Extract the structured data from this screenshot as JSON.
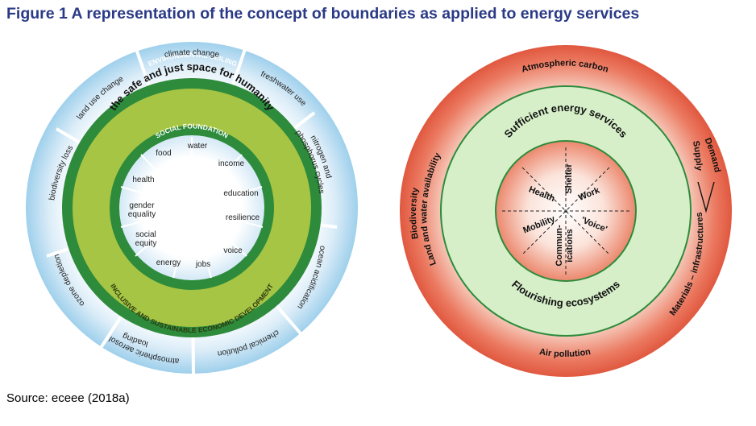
{
  "title": "Figure 1  A representation of the concept of boundaries as applied to energy services",
  "source": "Source: eceee (2018a)",
  "left_diagram": {
    "ring_labels": {
      "environmental_ceiling": "ENVIRONMENTAL CEILING",
      "safe_space": "the safe and just space for humanity",
      "social_foundation": "SOCIAL FOUNDATION",
      "inclusive": "INCLUSIVE AND SUSTAINABLE ECONOMIC DEVELOPMENT"
    },
    "outer_boundaries": {
      "climate_change": "climate change",
      "freshwater_use": "freshwater use",
      "nitrogen_1": "nitrogen and",
      "nitrogen_2": "phosphorus cycles",
      "ocean_acidification": "ocean acidification",
      "chemical_pollution": "chemical pollution",
      "aerosol_1": "atmospheric aerosol",
      "aerosol_2": "loading",
      "ozone_depletion": "ozone depletion",
      "biodiversity_loss": "biodiversity loss",
      "land_use_change": "land use change"
    },
    "social_items": {
      "water": "water",
      "income": "income",
      "education": "education",
      "resilience": "resilience",
      "voice": "voice",
      "jobs": "jobs",
      "energy": "energy",
      "social_equity_1": "social",
      "social_equity_2": "equity",
      "gender_1": "gender",
      "gender_2": "equality",
      "health": "health",
      "food": "food"
    }
  },
  "right_diagram": {
    "outer": {
      "atmospheric_carbon": "Atmospheric carbon",
      "air_pollution": "Air pollution",
      "biodiversity": "Biodiversity",
      "land_water": "Land and water availability",
      "materials": "Materials – infrastructures",
      "supply": "Supply",
      "demand": "Demand"
    },
    "middle": {
      "sufficient": "Sufficient energy services",
      "flourishing": "Flourishing ecosystems"
    },
    "inner": {
      "shelter": "Shelter",
      "health": "Health",
      "work": "Work",
      "mobility": "Mobility",
      "voice": "'Voice'",
      "communications_1": "Commun-",
      "communications_2": "ications"
    }
  },
  "colors": {
    "title": "#2a3a86",
    "dark_green": "#2e8b3c",
    "olive_green": "#a7c544",
    "light_blue": "#bfe0f3",
    "red_outer": "#e05a43",
    "inner_red": "#ec8a70",
    "inner_green": "#d6efc8"
  }
}
